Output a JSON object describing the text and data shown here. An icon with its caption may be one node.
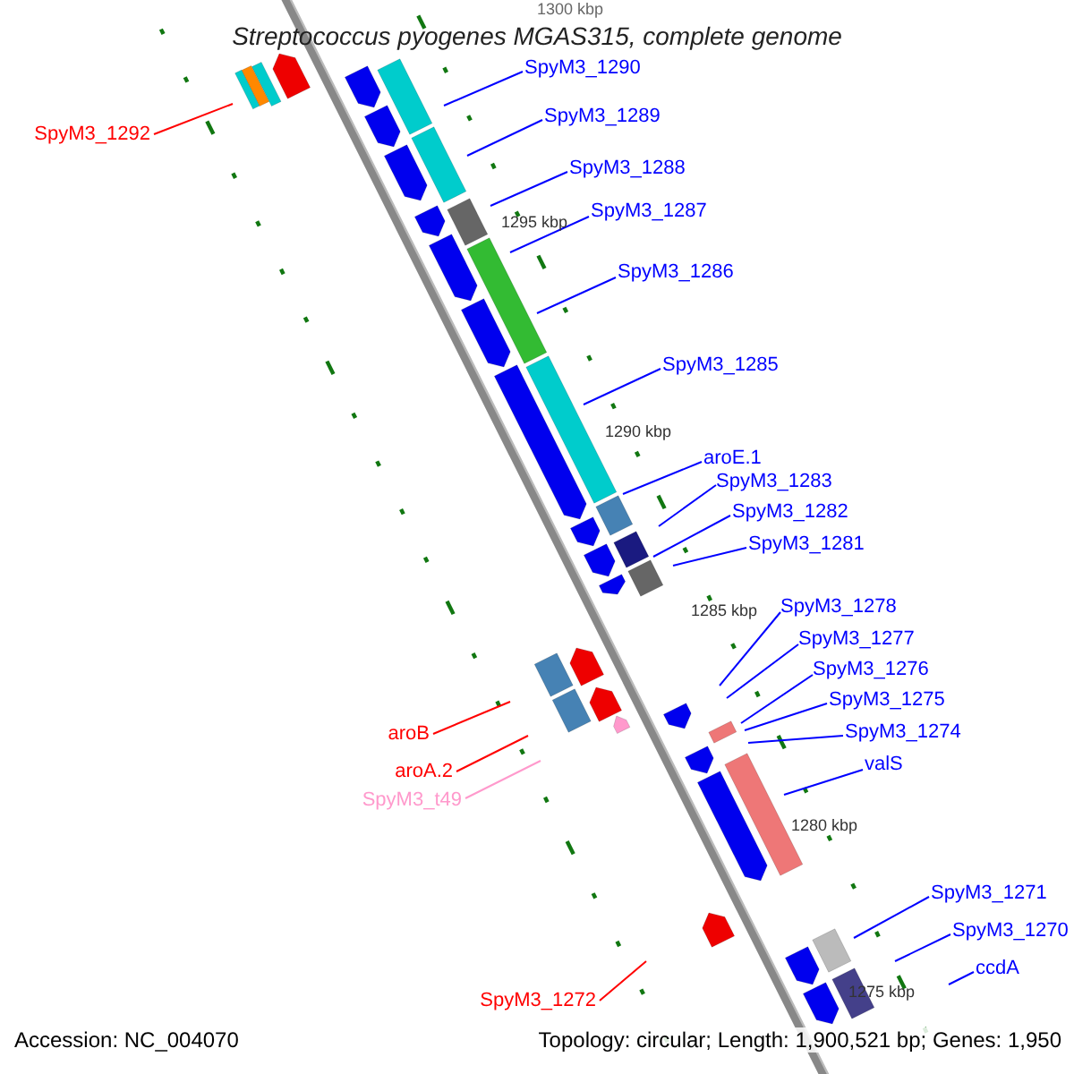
{
  "diagram": {
    "title": "Streptococcus pyogenes MGAS315, complete genome",
    "nodes": [
      {
        "text": [
          "SpyM3_1292"
        ]
      },
      {
        "text": [
          "SpyM3_1290"
        ]
      },
      {
        "text": [
          "SpyM3_1289"
        ]
      },
      {
        "text": [
          "SpyM3_1288"
        ]
      },
      {
        "text": [
          "SpyM3_1287"
        ]
      },
      {
        "text": [
          "SpyM3_1286"
        ]
      },
      {
        "text": [
          "SpyM3_1285"
        ]
      },
      {
        "text": [
          "aroE.1"
        ]
      },
      {
        "text": [
          "SpyM3_1283"
        ]
      },
      {
        "text": [
          "SpyM3_1282"
        ]
      },
      {
        "text": [
          "SpyM3_1281"
        ]
      },
      {
        "text": [
          "SpyM3_1278"
        ]
      },
      {
        "text": [
          "SpyM3_1277"
        ]
      },
      {
        "text": [
          "SpyM3_1276"
        ]
      },
      {
        "text": [
          "SpyM3_1275"
        ]
      },
      {
        "text": [
          "SpyM3_1274"
        ]
      },
      {
        "text": [
          "valS"
        ]
      },
      {
        "text": [
          "aroB"
        ]
      },
      {
        "text": [
          "aroA.2"
        ]
      },
      {
        "text": [
          "SpyM3_t49"
        ]
      },
      {
        "text": [
          "SpyM3_1271"
        ]
      },
      {
        "text": [
          "SpyM3_1270"
        ]
      },
      {
        "text": [
          "ccdA"
        ]
      },
      {
        "text": [
          "SpyM3_1272"
        ]
      }
    ],
    "edges": [
      {
        "from": 0,
        "to": null,
        "arrow": "none",
        "color": "#ff0000"
      },
      {
        "from": 1,
        "to": null,
        "arrow": "none"
      },
      {
        "from": 2,
        "to": null,
        "arrow": "none"
      },
      {
        "from": 3,
        "to": null,
        "arrow": "none"
      },
      {
        "from": 4,
        "to": null,
        "arrow": "none"
      },
      {
        "from": 5,
        "to": null,
        "arrow": "none"
      },
      {
        "from": 6,
        "to": null,
        "arrow": "none"
      },
      {
        "from": 7,
        "to": null,
        "arrow": "none"
      },
      {
        "from": 8,
        "to": null,
        "arrow": "none"
      },
      {
        "from": 9,
        "to": null,
        "arrow": "none"
      },
      {
        "from": 10,
        "to": null,
        "arrow": "none"
      },
      {
        "from": 11,
        "to": null,
        "arrow": "none"
      },
      {
        "from": 12,
        "to": null,
        "arrow": "none"
      },
      {
        "from": 13,
        "to": null,
        "arrow": "none"
      },
      {
        "from": 14,
        "to": null,
        "arrow": "none"
      },
      {
        "from": 15,
        "to": null,
        "arrow": "none"
      },
      {
        "from": 16,
        "to": null,
        "arrow": "none"
      },
      {
        "from": 17,
        "to": null,
        "arrow": "none",
        "color": "#ff0000"
      },
      {
        "from": 18,
        "to": null,
        "arrow": "none",
        "color": "#ff0000"
      },
      {
        "from": 19,
        "to": null,
        "arrow": "none",
        "color": "#ff99cc"
      },
      {
        "from": 20,
        "to": null,
        "arrow": "none"
      },
      {
        "from": 21,
        "to": null,
        "arrow": "none"
      },
      {
        "from": 22,
        "to": null,
        "arrow": "none"
      },
      {
        "from": 23,
        "to": null,
        "arrow": "none",
        "color": "#ff0000"
      }
    ],
    "labels": [
      "1300 kbp",
      "1295 kbp",
      "1290 kbp",
      "1285 kbp",
      "1280 kbp",
      "1275 kbp",
      "Accession: NC_004070",
      "Topology: circular; Length: 1,900,521 bp; Genes: 1,950"
    ]
  }
}
